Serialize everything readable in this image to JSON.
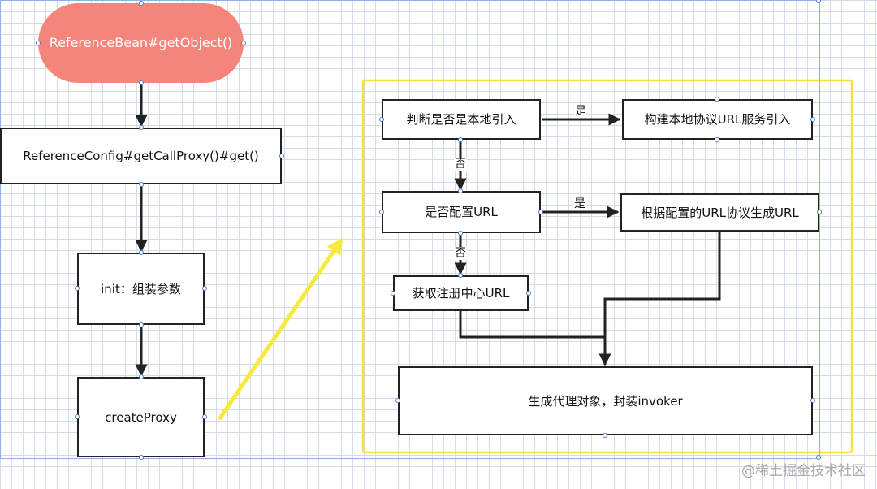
{
  "left_flow": {
    "start": "ReferenceBean#getObject()",
    "step2": "ReferenceConfig#getCallProxy()#get()",
    "step3": "init：组装参数",
    "step4": "createProxy"
  },
  "right_flow": {
    "decision1": "判断是否是本地引入",
    "local_ref": "构建本地协议URL服务引入",
    "decision2": "是否配置URL",
    "config_url": "根据配置的URL协议生成URL",
    "registry_url": "获取注册中心URL",
    "result": "生成代理对象，封装invoker"
  },
  "edge_labels": {
    "yes1": "是",
    "no1": "否",
    "yes2": "是",
    "no2": "否"
  },
  "colors": {
    "start_fill": "#f5857a",
    "highlight_frame": "#f2e23a",
    "arrow_yellow": "#f7ea3a",
    "stroke": "#222222"
  },
  "watermark": "@稀土掘金技术社区"
}
